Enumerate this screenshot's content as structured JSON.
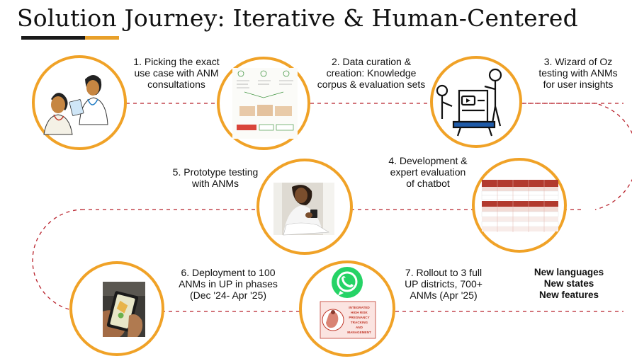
{
  "title": "Solution  Journey: Iterative & Human-Centered",
  "steps": {
    "s1": {
      "line1": "1. Picking the exact",
      "line2": "use case with ANM",
      "line3": "consultations"
    },
    "s2": {
      "line1": "2. Data curation &",
      "line2": "creation: Knowledge",
      "line3": "corpus & evaluation sets"
    },
    "s3": {
      "line1": "3. Wizard of Oz",
      "line2": "testing with ANMs",
      "line3": "for user insights"
    },
    "s4": {
      "line1": "4. Development &",
      "line2": "expert evaluation",
      "line3": "of chatbot"
    },
    "s5": {
      "line1": "5. Prototype testing",
      "line2": "with ANMs"
    },
    "s6": {
      "line1": "6. Deployment to 100",
      "line2": "ANMs in UP in phases",
      "line3": "(Dec '24- Apr '25)"
    },
    "s7": {
      "line1": "7. Rollout to 3 full",
      "line2": "UP districts, 700+",
      "line3": "ANMs (Apr '25)"
    }
  },
  "future": {
    "line1": "New languages",
    "line2": "New states",
    "line3": "New features"
  },
  "logo_text": {
    "line1": "INTEGRATED",
    "line2": "HIGH RISK",
    "line3": "PREGNANCY",
    "line4": "TRACKING",
    "line5": "AND",
    "line6": "MANAGEMENT"
  },
  "colors": {
    "ring": "#f0a227",
    "dash": "#b8202a",
    "whatsapp": "#25d366",
    "logo_red": "#c0392b"
  },
  "icons": [
    "whatsapp-icon",
    "irp-logo"
  ]
}
